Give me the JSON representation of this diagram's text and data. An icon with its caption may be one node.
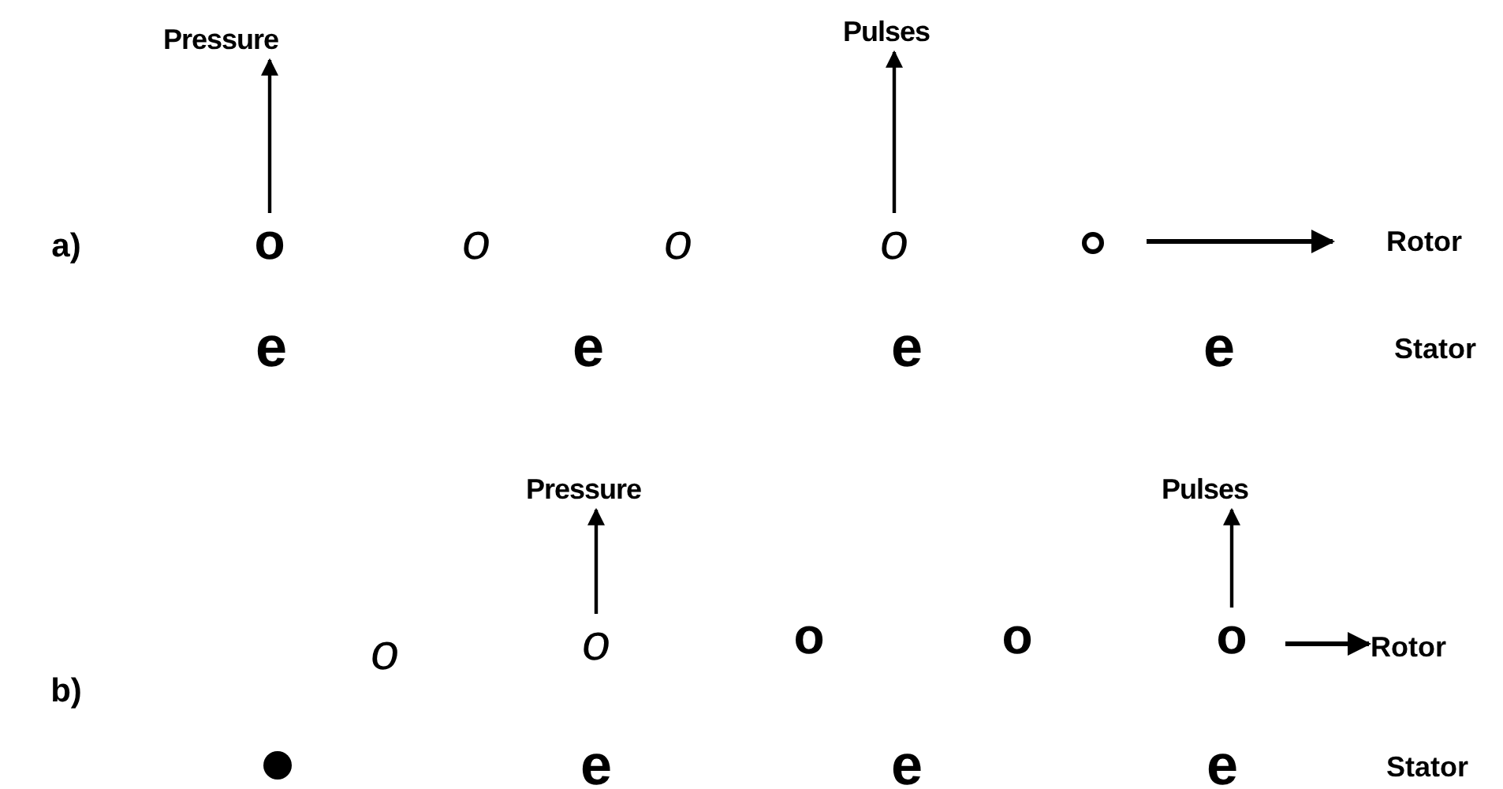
{
  "diagram": {
    "nodes": [
      {
        "text": [
          "Pressure"
        ]
      },
      {
        "text": [
          "Pulses"
        ]
      },
      {
        "text": [
          "o"
        ]
      },
      {
        "text": [
          "o"
        ]
      },
      {
        "text": [
          "o"
        ]
      },
      {
        "text": [
          "o"
        ]
      },
      {
        "text": [],
        "shape": "circle"
      },
      {
        "text": [
          "e"
        ]
      },
      {
        "text": [
          "e"
        ]
      },
      {
        "text": [
          "e"
        ]
      },
      {
        "text": [
          "e"
        ]
      },
      {
        "text": [
          "Pressure"
        ]
      },
      {
        "text": [
          "Pulses"
        ]
      },
      {
        "text": [
          "o"
        ]
      },
      {
        "text": [
          "o"
        ]
      },
      {
        "text": [
          "o"
        ]
      },
      {
        "text": [
          "o"
        ]
      },
      {
        "text": [
          "o"
        ]
      },
      {
        "text": [],
        "shape": "circle"
      },
      {
        "text": [
          "e"
        ]
      },
      {
        "text": [
          "e"
        ]
      },
      {
        "text": [
          "e"
        ]
      }
    ],
    "edges": [
      {
        "from": 2,
        "to": 0,
        "arrow": "to"
      },
      {
        "from": 5,
        "to": 1,
        "arrow": "to"
      },
      {
        "from": 14,
        "to": 11,
        "arrow": "to"
      },
      {
        "from": 17,
        "to": 12,
        "arrow": "to"
      }
    ],
    "labels": [
      "a)",
      "Rotor",
      "Stator",
      "b)",
      "Rotor",
      "Stator"
    ]
  }
}
